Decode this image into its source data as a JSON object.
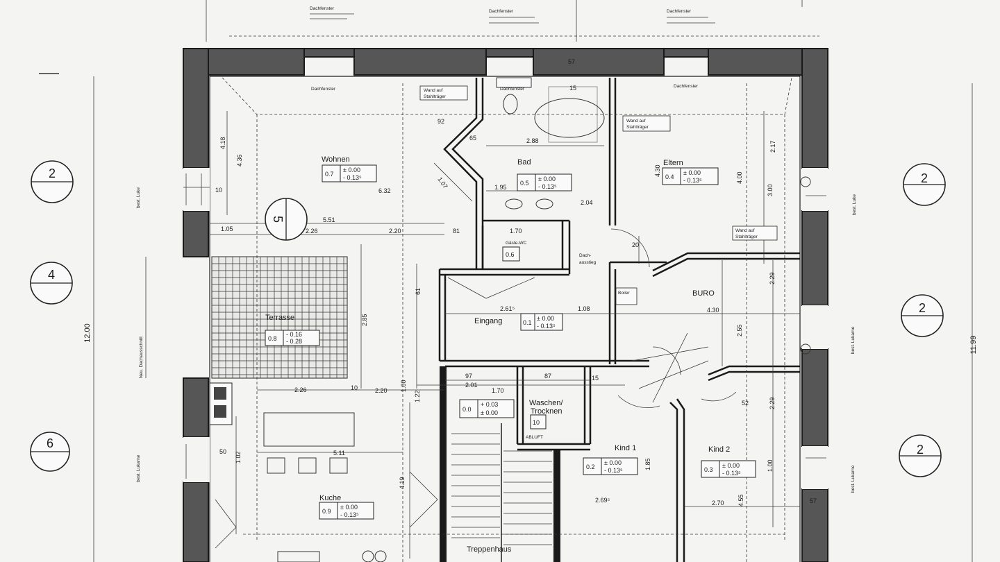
{
  "rooms": {
    "wohnen": {
      "name": "Wohnen",
      "code": "0.7",
      "lvl1": "± 0.00",
      "lvl2": "- 0.13⁵"
    },
    "bad": {
      "name": "Bad",
      "code": "0.5",
      "lvl1": "± 0.00",
      "lvl2": "- 0.13⁵"
    },
    "eltern": {
      "name": "Eltern",
      "code": "0.4",
      "lvl1": "± 0.00",
      "lvl2": "- 0.13⁵"
    },
    "gaste_wc": {
      "name": "Gäste-WC",
      "code": "0.6"
    },
    "terrasse": {
      "name": "Terrasse",
      "code": "0.8",
      "lvl1": "- 0.16",
      "lvl2": "- 0.28"
    },
    "buro": {
      "name": "BURO"
    },
    "eingang": {
      "name": "Eingang",
      "code": "0.1",
      "lvl1": "± 0.00",
      "lvl2": "- 0.13⁵"
    },
    "flur": {
      "code": "0.0",
      "lvl1": "+ 0.03",
      "lvl2": "± 0.00"
    },
    "waschen": {
      "name": "Waschen/",
      "name2": "Trocknen",
      "code": "10"
    },
    "kind1": {
      "name": "Kind 1",
      "code": "0.2",
      "lvl1": "± 0.00",
      "lvl2": "- 0.13⁵"
    },
    "kind2": {
      "name": "Kind 2",
      "code": "0.3",
      "lvl1": "± 0.00",
      "lvl2": "- 0.13⁵"
    },
    "kuche": {
      "name": "Kuche",
      "code": "0.9",
      "lvl1": "± 0.00",
      "lvl2": "- 0.13⁵"
    },
    "treppenhaus": {
      "name": "Treppenhaus"
    }
  },
  "axis_markers": {
    "left_top": "2",
    "left_mid": "4",
    "left_bottom": "6",
    "right_top": "2",
    "right_mid": "2",
    "right_bottom": "2",
    "center": "5"
  },
  "side_dimensions": {
    "left": "12.00",
    "right": "11.99"
  },
  "notes": {
    "wand_stahl_1": "Wand auf",
    "wand_stahl_1b": "Stahlträger",
    "wand_stahl_2": "Wand auf",
    "wand_stahl_2b": "Stahlträger",
    "wand_stahl_3": "Wand auf",
    "wand_stahl_3b": "Stahlträger",
    "dachfenster_1": "Dachfenster",
    "dachfenster_2": "Dachfenster",
    "dachfenster_3": "Dachfenster",
    "dachausstieg": "Dach-",
    "dachausstieg2": "ausstieg",
    "boiler": "Boiler",
    "neu_dachausschnitt": "Neu. Dachausschnitt",
    "abluft": "ABLUFT",
    "top_label_1": "Dachfenster",
    "top_label_2": "Dachfenster",
    "top_label_3": "Dachfenster",
    "side_luke_1": "best. Luke",
    "side_luke_2": "best. Luke",
    "side_luke_3": "best. Lukarne",
    "side_luke_4": "best. Lukarne"
  },
  "dimensions": {
    "d_288": "2.88",
    "d_632": "6.32",
    "d_551": "5.51",
    "d_226": "2.26",
    "d_220": "2.20",
    "d_105": "1.05",
    "d_195": "1.95",
    "d_170": "1.70",
    "d_430": "4.30",
    "d_261": "2.61⁵",
    "d_108": "1.08",
    "d_285": "2.85",
    "d_226b": "2.26",
    "d_220b": "2.20",
    "d_511": "5.11",
    "d_201": "2.01",
    "d_170b": "1.70",
    "d_419": "4.19",
    "d_100": "1.00",
    "d_270": "2.70",
    "d_269": "2.69⁵",
    "d_400": "4.00",
    "d_300": "3.00",
    "d_229": "2.29",
    "d_100b": "1.00",
    "d_455": "4.55",
    "d_436": "4.36",
    "d_418": "4.18",
    "d_102": "1.02",
    "d_57": "57",
    "d_57b": "57",
    "d_15": "15",
    "d_15b": "15",
    "d_10": "10",
    "d_10b": "10",
    "d_97": "97",
    "d_87": "87",
    "d_81": "81",
    "d_61": "61",
    "d_204": "2.04",
    "d_217": "2.17",
    "d_229b": "2.29",
    "d_255": "2.55",
    "d_430b": "4.30",
    "d_52": "52",
    "d_65": "65",
    "d_92": "92",
    "d_107": "1.07",
    "d_50": "50",
    "d_20": "20",
    "d_185": "1.85",
    "d_122": "1.22"
  }
}
